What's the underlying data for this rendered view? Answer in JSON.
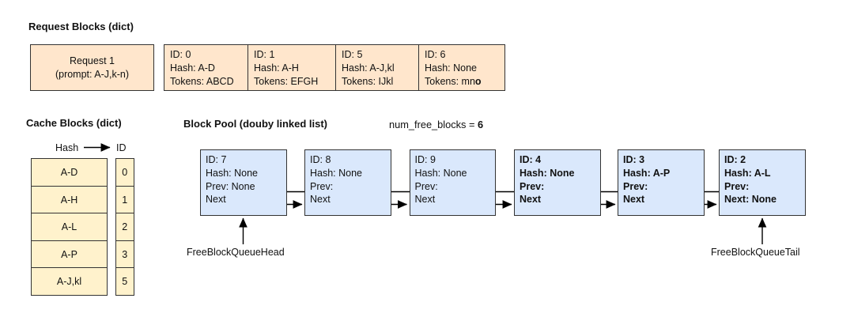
{
  "request_section": {
    "title": "Request Blocks (dict)",
    "request_card": {
      "line1": "Request 1",
      "line2": "(prompt: A-J,k-n)"
    },
    "blocks": [
      {
        "id": "ID: 0",
        "hash": "Hash: A-D",
        "tokens": "Tokens: ABCD",
        "tokens_bold": ""
      },
      {
        "id": "ID: 1",
        "hash": "Hash: A-H",
        "tokens": "Tokens: EFGH",
        "tokens_bold": ""
      },
      {
        "id": "ID: 5",
        "hash": "Hash: A-J,kl",
        "tokens": "Tokens: IJkl",
        "tokens_bold": ""
      },
      {
        "id": "ID: 6",
        "hash": "Hash: None",
        "tokens": "Tokens: mn",
        "tokens_bold": "o"
      }
    ]
  },
  "cache_section": {
    "title": "Cache Blocks (dict)",
    "header": {
      "hash_label": "Hash",
      "id_label": "ID",
      "arrow_icon": "right-arrow"
    },
    "rows": [
      {
        "hash": "A-D",
        "id": "0"
      },
      {
        "hash": "A-H",
        "id": "1"
      },
      {
        "hash": "A-L",
        "id": "2"
      },
      {
        "hash": "A-P",
        "id": "3"
      },
      {
        "hash": "A-J,kl",
        "id": "5"
      }
    ]
  },
  "pool_section": {
    "title": "Block Pool (douby linked list)",
    "free_counter": {
      "label": "num_free_blocks = ",
      "value": "6"
    },
    "blocks": [
      {
        "id": "ID: 7",
        "hash": "Hash: None",
        "prev": "Prev: None",
        "next": "Next"
      },
      {
        "id": "ID: 8",
        "hash": "Hash: None",
        "prev": "Prev:",
        "next": "Next"
      },
      {
        "id": "ID: 9",
        "hash": "Hash: None",
        "prev": "Prev:",
        "next": "Next"
      },
      {
        "id": "ID: 4",
        "hash": "Hash: None",
        "prev": "Prev:",
        "next": "Next"
      },
      {
        "id": "ID: 3",
        "hash": "Hash: A-P",
        "prev": "Prev:",
        "next": "Next"
      },
      {
        "id": "ID: 2",
        "hash": "Hash: A-L",
        "prev": "Prev:",
        "next": "Next: None"
      }
    ],
    "head_label": "FreeBlockQueueHead",
    "tail_label": "FreeBlockQueueTail"
  },
  "colors": {
    "request_fill": "#ffe6cc",
    "cache_fill": "#fff2cc",
    "pool_fill": "#dae8fc",
    "border": "#333333",
    "arrow": "#000000"
  }
}
